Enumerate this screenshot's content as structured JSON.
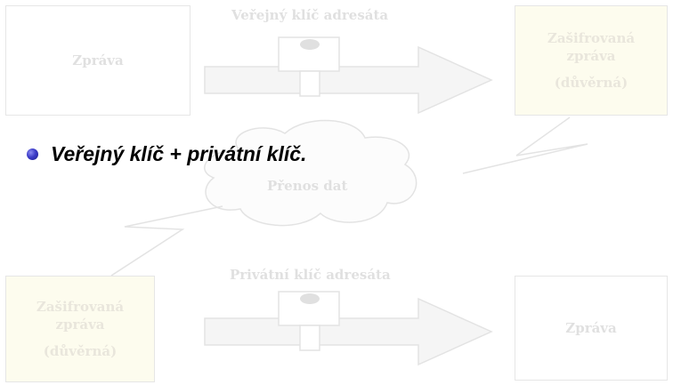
{
  "top_row": {
    "message_box": "Zpráva",
    "key_label": "Veřejný klíč adresáta",
    "encrypted_box": {
      "line1": "Zašifrovaná",
      "line2": "zpráva",
      "line3": "(důvěrná)"
    }
  },
  "cloud": {
    "label": "Přenos dat"
  },
  "bottom_row": {
    "encrypted_box": {
      "line1": "Zašifrovaná",
      "line2": "zpráva",
      "line3": "(důvěrná)"
    },
    "key_label": "Privátní klíč adresáta",
    "message_box": "Zpráva"
  },
  "bullet": {
    "text": "Veřejný klíč + privátní klíč."
  },
  "colors": {
    "yellow_box": "#f7ee9a",
    "bullet": "#3c3cc8"
  }
}
